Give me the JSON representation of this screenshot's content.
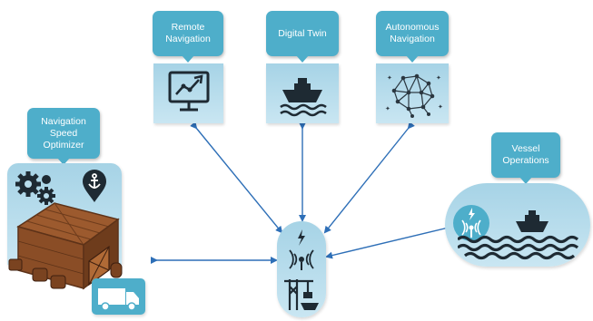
{
  "nodes": {
    "remote_navigation": {
      "label": "Remote Navigation",
      "icon": "monitor-line-chart-icon"
    },
    "digital_twin": {
      "label": "Digital Twin",
      "icon": "ship-on-waves-icon"
    },
    "autonomous_navigation": {
      "label": "Autonomous Navigation",
      "icon": "neural-network-brain-icon"
    },
    "navigation_speed_optimizer": {
      "label": "Navigation Speed Optimizer",
      "icons": [
        "gears-icon",
        "anchor-pin-icon",
        "warehouse-icon",
        "truck-icon"
      ]
    },
    "vessel_operations": {
      "label": "Vessel Operations",
      "icons": [
        "wireless-signal-icon",
        "ship-icon",
        "waves-icon"
      ]
    },
    "port_hub": {
      "icons": [
        "wireless-signal-icon",
        "port-crane-icon"
      ]
    }
  },
  "colors": {
    "callout": "#4eaeca",
    "panel": "#b8dded",
    "arrow": "#2e6fb7",
    "icon_dark": "#1e2a33"
  }
}
